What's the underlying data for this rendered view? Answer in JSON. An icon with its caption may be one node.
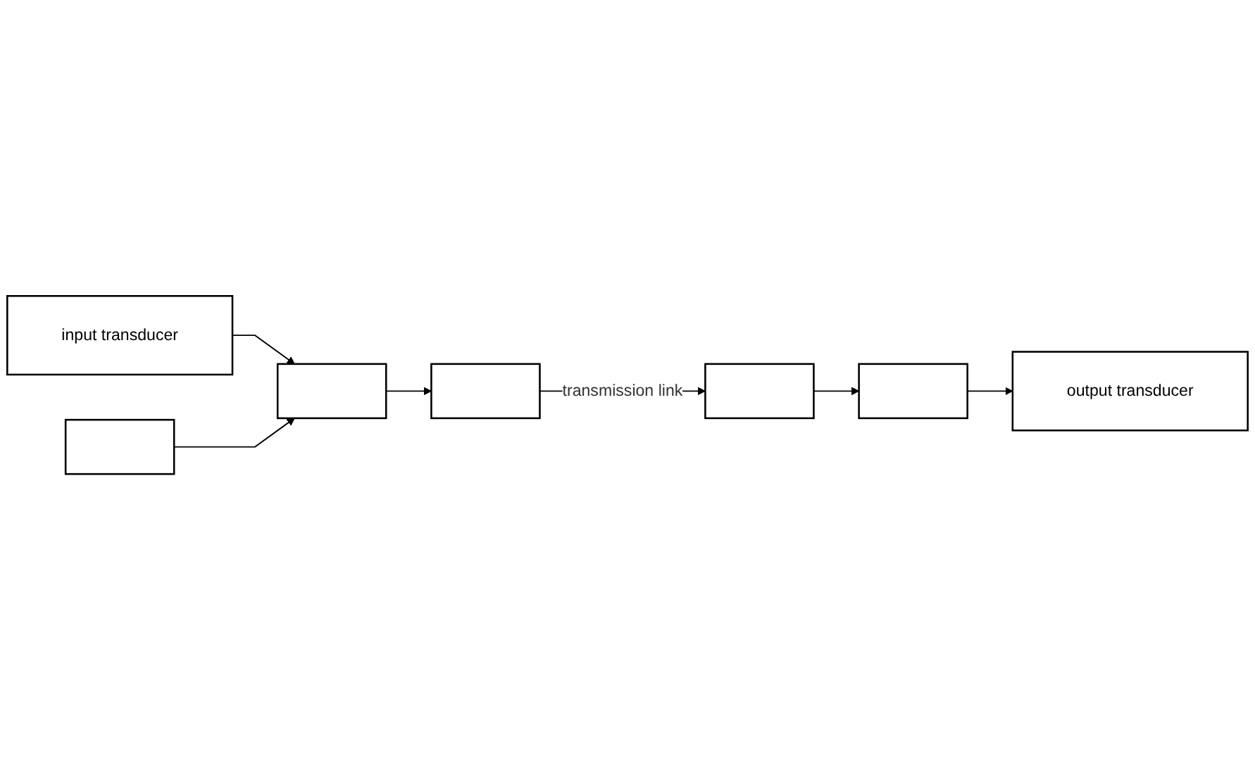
{
  "diagram": {
    "nodes": [
      {
        "text": [
          "input transducer"
        ]
      },
      {
        "text": [],
        "shape": "box"
      },
      {
        "text": [],
        "shape": "box"
      },
      {
        "text": [],
        "shape": "box"
      },
      {
        "text": [],
        "shape": "box"
      },
      {
        "text": [],
        "shape": "box"
      },
      {
        "text": [
          "output transducer"
        ]
      }
    ],
    "edges": [
      {
        "from": 0,
        "to": 1,
        "arrow": "to"
      },
      {
        "from": 3,
        "to": 1,
        "arrow": "to"
      },
      {
        "from": 1,
        "to": 2,
        "arrow": "to"
      },
      {
        "from": 2,
        "to": 4,
        "arrow": "to",
        "label": "transmission link"
      },
      {
        "from": 4,
        "to": 5,
        "arrow": "to"
      },
      {
        "from": 5,
        "to": 6,
        "arrow": "to"
      }
    ]
  }
}
